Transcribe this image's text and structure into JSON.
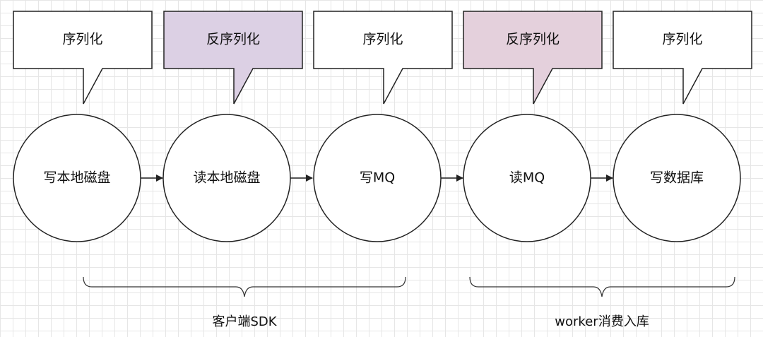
{
  "colors": {
    "plain": "#ffffff",
    "highlight_purple": "#dcd0e4",
    "highlight_pink": "#e4d0dc",
    "stroke": "#222222"
  },
  "stages": [
    {
      "bubble": "序列化",
      "bubble_color": "#ffffff",
      "node": "写本地磁盘"
    },
    {
      "bubble": "反序列化",
      "bubble_color": "#dcd0e4",
      "node": "读本地磁盘"
    },
    {
      "bubble": "序列化",
      "bubble_color": "#ffffff",
      "node": "写MQ"
    },
    {
      "bubble": "反序列化",
      "bubble_color": "#e4d0dc",
      "node": "读MQ"
    },
    {
      "bubble": "序列化",
      "bubble_color": "#ffffff",
      "node": "写数据库"
    }
  ],
  "groups": [
    {
      "label": "客户端SDK"
    },
    {
      "label": "worker消费入库"
    }
  ]
}
